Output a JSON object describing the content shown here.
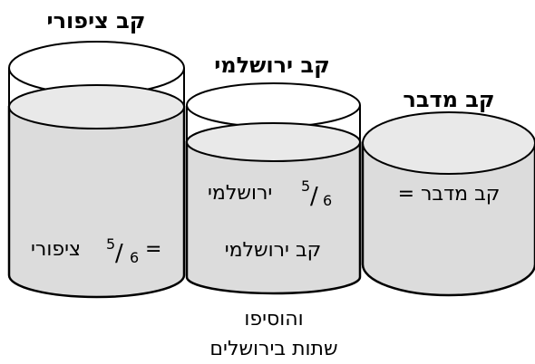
{
  "containers": {
    "tzippori": {
      "title": "קב ציפורי",
      "equation": {
        "equals": "=",
        "fraction": {
          "numerator": "5",
          "denominator": "6"
        },
        "unit": "ציפורי"
      }
    },
    "yerushalmi": {
      "title": "קב ירושלמי",
      "line1": {
        "fraction": {
          "numerator": "5",
          "denominator": "6"
        },
        "unit": "ירושלמי"
      },
      "line2": "קב ירושלמי"
    },
    "midbar": {
      "title": "קב מדבר",
      "label": "קב מדבר ="
    }
  },
  "caption": {
    "line1": "והוסיפו",
    "line2": "שתות בירושלים"
  },
  "colors": {
    "fill": "#dcdcdc",
    "top_fill": "#e9e9e9",
    "stroke": "#000000"
  }
}
